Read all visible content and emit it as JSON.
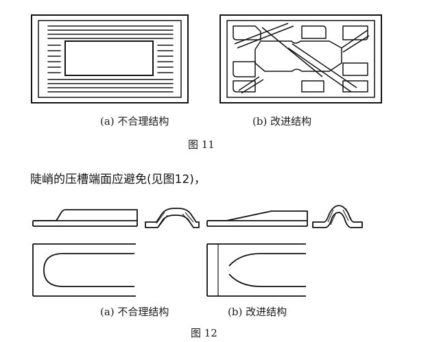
{
  "figure11": {
    "caption_a": "(a) 不合理结构",
    "caption_b": "(b) 改进结构",
    "title": "图 11"
  },
  "body_text": "陡峭的压槽端面应避免(见图12)，",
  "figure12": {
    "caption_a": "(a) 不合理结构",
    "caption_b": "(b) 改进结构",
    "title": "图 12"
  }
}
